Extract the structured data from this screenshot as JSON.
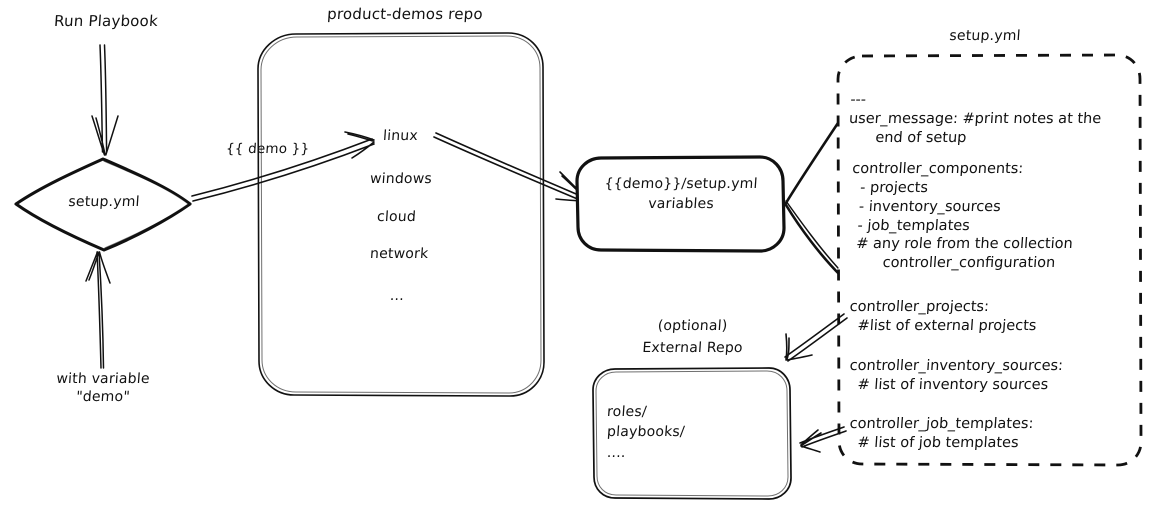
{
  "diagram": {
    "title_hidden": "",
    "background": "#ffffff",
    "ink": "#111111"
  },
  "nodes": {
    "run_playbook_label": "Run Playbook",
    "setup_diamond_label": "setup.yml",
    "with_variable_label_line1": "with variable",
    "with_variable_label_line2": "\"demo\"",
    "repo_title": "product-demos repo",
    "repo_items": [
      "linux",
      "windows",
      "cloud",
      "network",
      "..."
    ],
    "variables_box_line1": "{{demo}}/setup.yml",
    "variables_box_line2": "variables",
    "external_repo_title_line1": "(optional)",
    "external_repo_title_line2": "External Repo",
    "external_repo_items": [
      "roles/",
      "playbooks/",
      "...."
    ],
    "setup_yml_panel_title": "setup.yml",
    "setup_yml_panel_blocks": [
      {
        "name": "header",
        "lines": [
          "---",
          "user_message: #print notes at the",
          "      end of setup"
        ]
      },
      {
        "name": "controller-components",
        "lines": [
          "controller_components:",
          "  - projects",
          "  - inventory_sources",
          "  - job_templates",
          "  # any role from the collection",
          "        controller_configuration"
        ]
      },
      {
        "name": "controller-projects",
        "lines": [
          "controller_projects:",
          "  #list of external projects"
        ]
      },
      {
        "name": "controller-inventory-sources",
        "lines": [
          "controller_inventory_sources:",
          "  # list of inventory sources"
        ]
      },
      {
        "name": "controller-job-templates",
        "lines": [
          "controller_job_templates:",
          "  # list of job templates"
        ]
      }
    ]
  },
  "edges": {
    "run_playbook_arrow": "",
    "with_variable_arrow": "",
    "demo_edge_label": "{{ demo }}",
    "linux_to_variables": "",
    "panel_to_variables": "",
    "panel_to_external_repo_1": "",
    "panel_to_external_repo_2": ""
  }
}
